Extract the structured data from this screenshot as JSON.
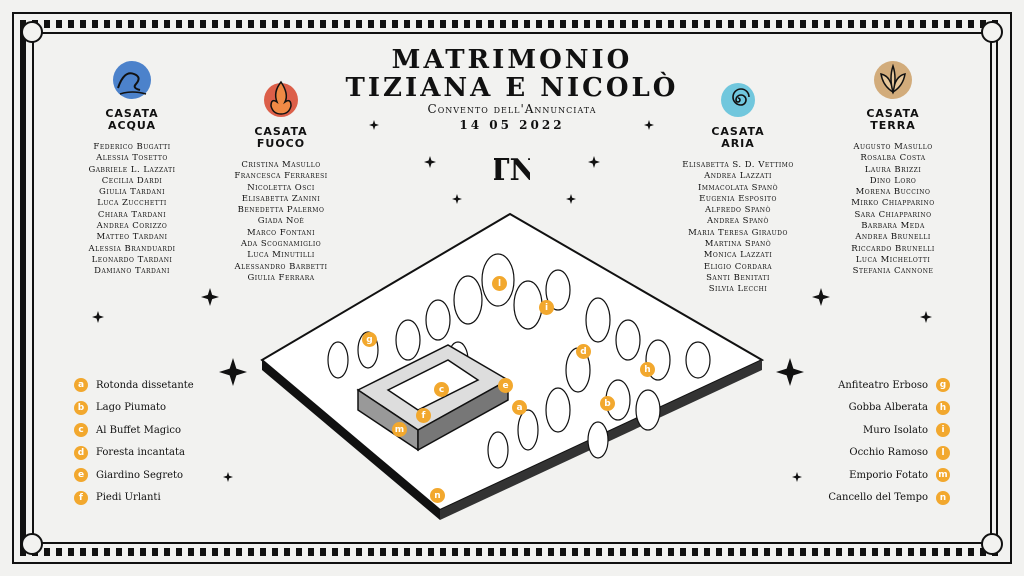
{
  "header": {
    "title_line1": "MATRIMONIO",
    "title_line2": "TIZIANA E NICOLÒ",
    "venue": "Convento dell'Annunciata",
    "date": "14 05 2022",
    "monogram": "TN"
  },
  "houses": [
    {
      "line1": "CASATA",
      "line2": "ACQUA",
      "icon": "water-wave-icon",
      "color": "#2f6fc4",
      "guests": [
        "Federico Bugatti",
        "Alessia Tosetto",
        "Gabriele L. Lazzati",
        "Cecilia Dardi",
        "Giulia Tardani",
        "Luca Zucchetti",
        "Chiara Tardani",
        "Andrea Corizzo",
        "Matteo Tardani",
        "Alessia Branduardi",
        "Leonardo Tardani",
        "Damiano Tardani"
      ]
    },
    {
      "line1": "CASATA",
      "line2": "FUOCO",
      "icon": "fire-flame-icon",
      "color": "#d8452b",
      "guests": [
        "Cristina Masullo",
        "Francesca Ferraresi",
        "Nicoletta Osci",
        "Elisabetta Zanini",
        "Benedetta Palermo",
        "Giada Noè",
        "Marco Fontani",
        "Ada Scognamiglio",
        "Luca Minutilli",
        "Alessandro Barbetti",
        "Giulia Ferrara"
      ]
    },
    {
      "line1": "CASATA",
      "line2": "ARIA",
      "icon": "air-swirl-icon",
      "color": "#5bbfd9",
      "guests": [
        "Elisabetta S. D. Vettimo",
        "Andrea Lazzati",
        "Immacolata Spanò",
        "Eugenia Esposito",
        "Alfredo Spanò",
        "Andrea Spanò",
        "Maria Teresa Giraudo",
        "Martina Spanò",
        "Monica Lazzati",
        "Eligio Cordara",
        "Santi Benitati",
        "Silvia Lecchi"
      ]
    },
    {
      "line1": "CASATA",
      "line2": "TERRA",
      "icon": "earth-leaf-icon",
      "color": "#c99a5e",
      "guests": [
        "Augusto Masullo",
        "Rosalba Costa",
        "Laura Brizzi",
        "Dino Loro",
        "Morena Buccino",
        "Mirko Chiapparino",
        "Sara Chiapparino",
        "Barbara Meda",
        "Andrea Brunelli",
        "Riccardo Brunelli",
        "Luca Michelotti",
        "Stefania Cannone"
      ]
    }
  ],
  "legend_left": [
    {
      "letter": "a",
      "label": "Rotonda dissetante"
    },
    {
      "letter": "b",
      "label": "Lago Piumato"
    },
    {
      "letter": "c",
      "label": "Al Buffet Magico"
    },
    {
      "letter": "d",
      "label": "Foresta incantata"
    },
    {
      "letter": "e",
      "label": "Giardino Segreto"
    },
    {
      "letter": "f",
      "label": "Piedi Urlanti"
    }
  ],
  "legend_right": [
    {
      "letter": "g",
      "label": "Anfiteatro Erboso"
    },
    {
      "letter": "h",
      "label": "Gobba Alberata"
    },
    {
      "letter": "i",
      "label": "Muro Isolato"
    },
    {
      "letter": "l",
      "label": "Occhio Ramoso"
    },
    {
      "letter": "m",
      "label": "Emporio Fotato"
    },
    {
      "letter": "n",
      "label": "Cancello del Tempo"
    }
  ],
  "map_markers": [
    "l",
    "i",
    "g",
    "d",
    "h",
    "c",
    "e",
    "a",
    "b",
    "f",
    "m",
    "n"
  ],
  "colors": {
    "marker": "#f2a82e",
    "ink": "#111111",
    "paper": "#f2f2f0"
  }
}
